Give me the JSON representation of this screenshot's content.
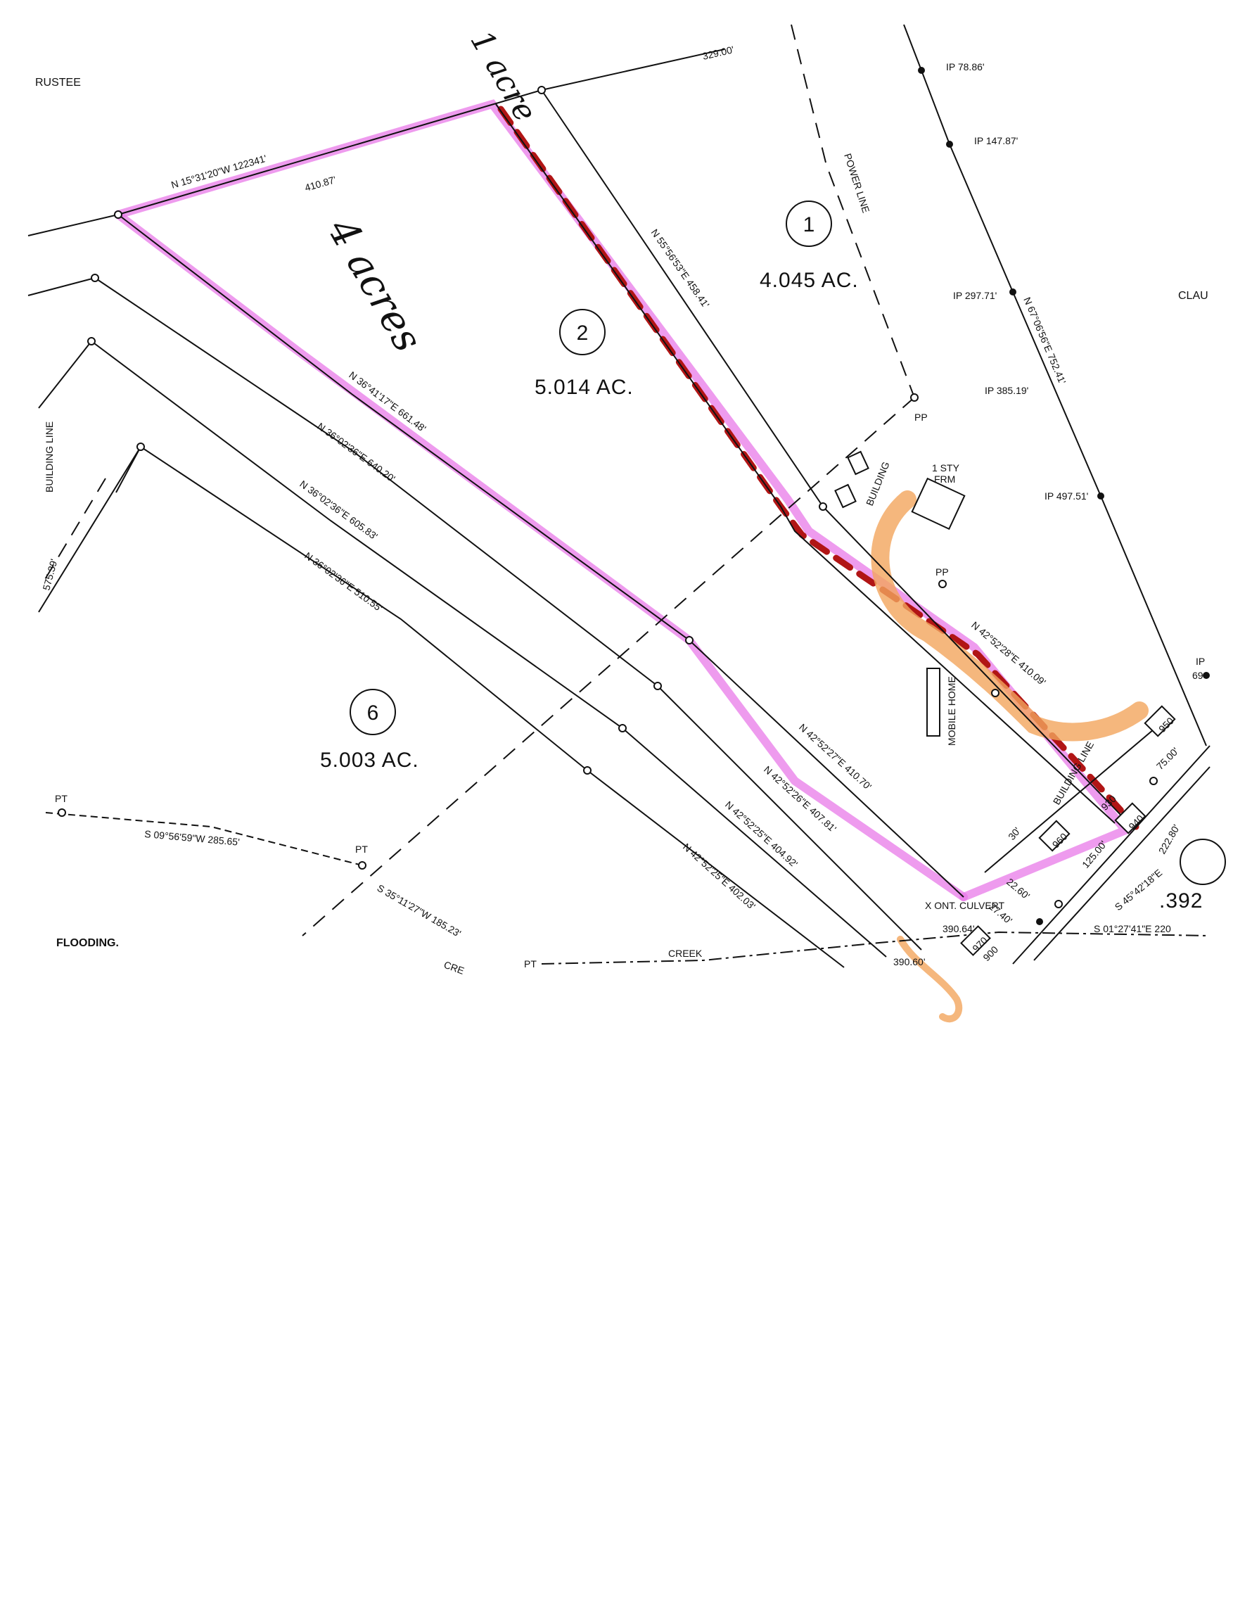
{
  "labels": {
    "trustee": "RUSTEE",
    "clau": "CLAU",
    "top_dist": "329.00'",
    "lot1_bearing": "N 55°56'53\"E 458.41'",
    "power_line": "POWER LINE",
    "lot2_bearing_top": "N 15°31'20\"W 122341'",
    "lot2_dist_top": "410.87'",
    "lot2_bearing_side": "N 36°41'17\"E 661.48'",
    "line_a": "N 36°02'36\"E 640.20'",
    "line_b": "N 36°02'36\"E 605.83'",
    "line_c": "N 36°02'36\"E 510.55'",
    "line_d": "N 42°52'27\"E 410.70'",
    "line_e": "N 42°52'26\"E 407.81'",
    "line_f": "N 42°52'25\"E 404.92'",
    "line_g": "N 42°52'25\"E 402.03'",
    "line_h": "N 42°52'28\"E 410.09'",
    "east_bearing": "N 67°06'56\"E 752.41'",
    "ip1": "IP 78.86'",
    "ip2": "IP 147.87'",
    "ip3": "IP 297.71'",
    "ip4": "IP 385.19'",
    "ip5": "IP 497.51'",
    "ip6": "IP",
    "ip6_num": "69",
    "pp1": "PP",
    "pp2": "PP",
    "building1": "BUILDING",
    "one_sty": "1 STY",
    "frm": "FRM",
    "mobile_home": "MOBILE HOME",
    "building_line": "BUILDING LINE",
    "building_line_left": "BUILDING LINE",
    "dist_575": "575.39'",
    "s_bearing_1": "S 09°56'59\"W 285.65'",
    "s_bearing_2": "S 35°11'27\"W 185.23'",
    "pt1": "PT",
    "pt2": "PT",
    "pt3": "PT",
    "flooding": "FLOODING.",
    "creek": "CREEK",
    "cre": "CRE",
    "culvert": "X ONT. CULVERT",
    "dist_390_64": "390.64'",
    "dist_390_60": "390.60'",
    "dist_22_60": "22.60'",
    "dist_27_40": "27.40'",
    "dist_125": "125.00'",
    "dist_30": "30'",
    "dist_75": "75.00'",
    "dist_222_80": "222.80'",
    "s_45": "S 45°42'18\"E",
    "s_01": "S 01°27'41\"E 220",
    "val_392": ".392",
    "addr_950": "950",
    "addr_960": "960",
    "addr_970": "970",
    "addr_930": "930",
    "addr_940": "940",
    "addr_900": "900"
  },
  "lots": [
    {
      "number": "1",
      "area": "4.045 AC."
    },
    {
      "number": "2",
      "area": "5.014 AC."
    },
    {
      "number": "6",
      "area": "5.003 AC."
    }
  ],
  "handwriting": {
    "one_acre": "1 acre",
    "four_acres": "4 acres"
  },
  "colors": {
    "highlight_pink": "#e879e8",
    "marker_red": "#b11515",
    "highlight_orange": "#f2a55d"
  }
}
